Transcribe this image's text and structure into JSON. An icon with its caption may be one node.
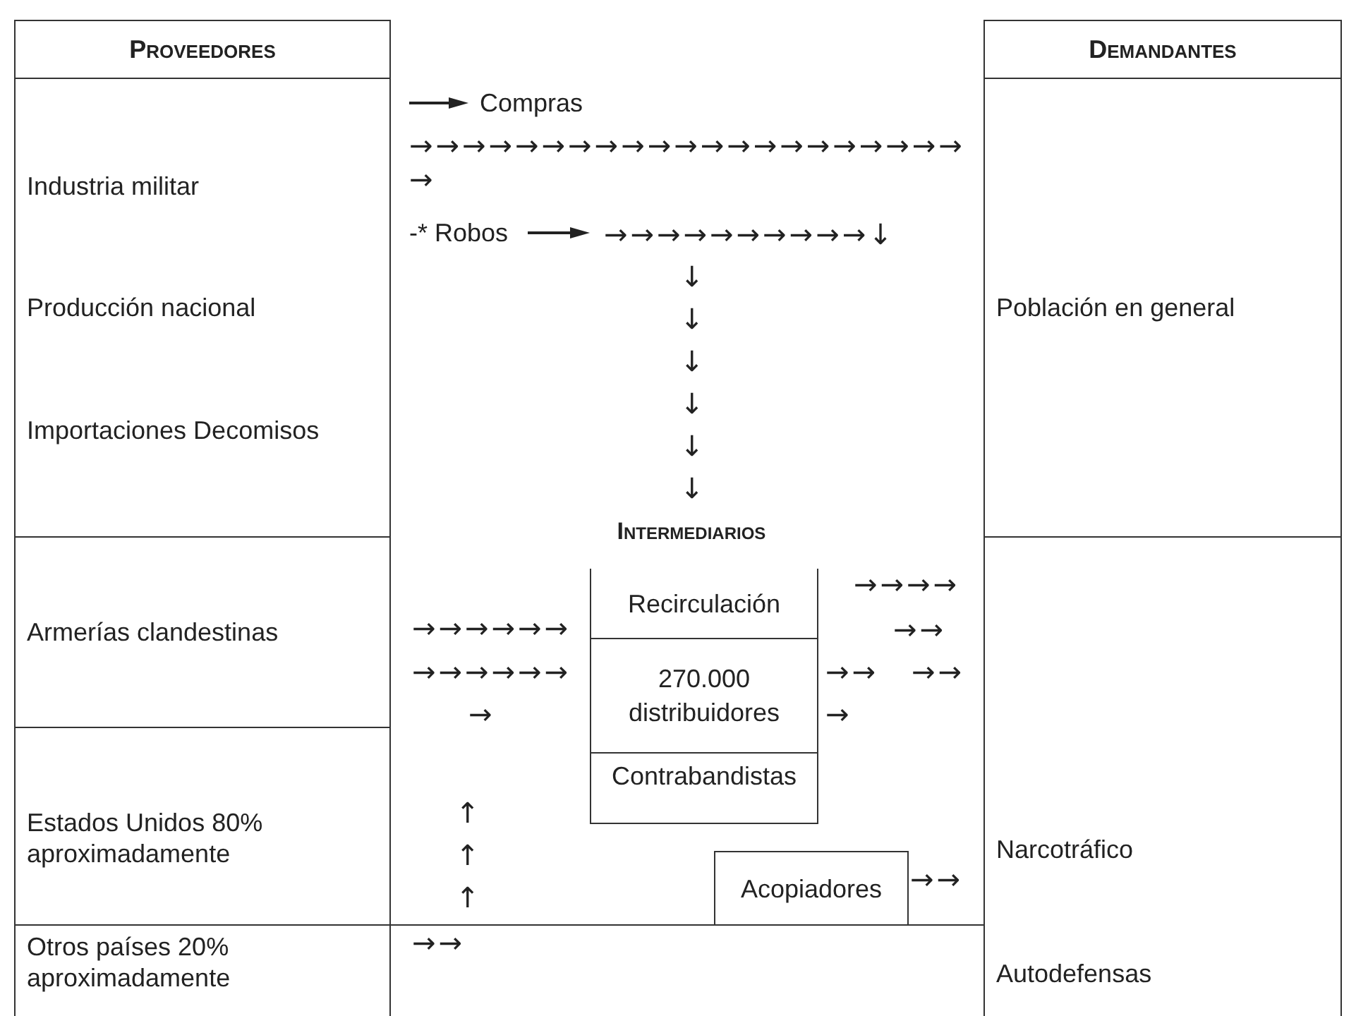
{
  "diagram": {
    "nodes": [
      {
        "text": [
          "Proveedores"
        ]
      },
      {
        "text": [
          "Industria militar",
          "Producción nacional",
          "Importaciones Decomisos"
        ]
      },
      {
        "text": [
          "Armerías clandestinas"
        ]
      },
      {
        "text": [
          "Estados Unidos 80% aproximadamente"
        ]
      },
      {
        "text": [
          "Otros países 20% aproximadamente"
        ]
      },
      {
        "text": [
          "Recirculación"
        ]
      },
      {
        "text": [
          "270.000 distribuidores"
        ]
      },
      {
        "text": [
          "Contrabandistas"
        ]
      },
      {
        "text": [
          "Acopiadores"
        ]
      },
      {
        "text": [
          "Demandantes"
        ]
      },
      {
        "text": [
          "Población en general"
        ]
      },
      {
        "text": [
          "Narcotráfico",
          "Autodefensas"
        ]
      }
    ],
    "labels": [
      "Compras",
      "→→→→→→→→→→→→→→→→→→→→→→",
      "-* Robos",
      "→→→→→→→→→→↓",
      "↓",
      "↓",
      "↓",
      "↓",
      "↓",
      "↓",
      "Intermediarios",
      "→→→→",
      "→→→→→→",
      "→→",
      "→→→→→→",
      "→→",
      "→→",
      "→",
      "→",
      "↑",
      "↑",
      "↑",
      "→→",
      "→→"
    ]
  }
}
